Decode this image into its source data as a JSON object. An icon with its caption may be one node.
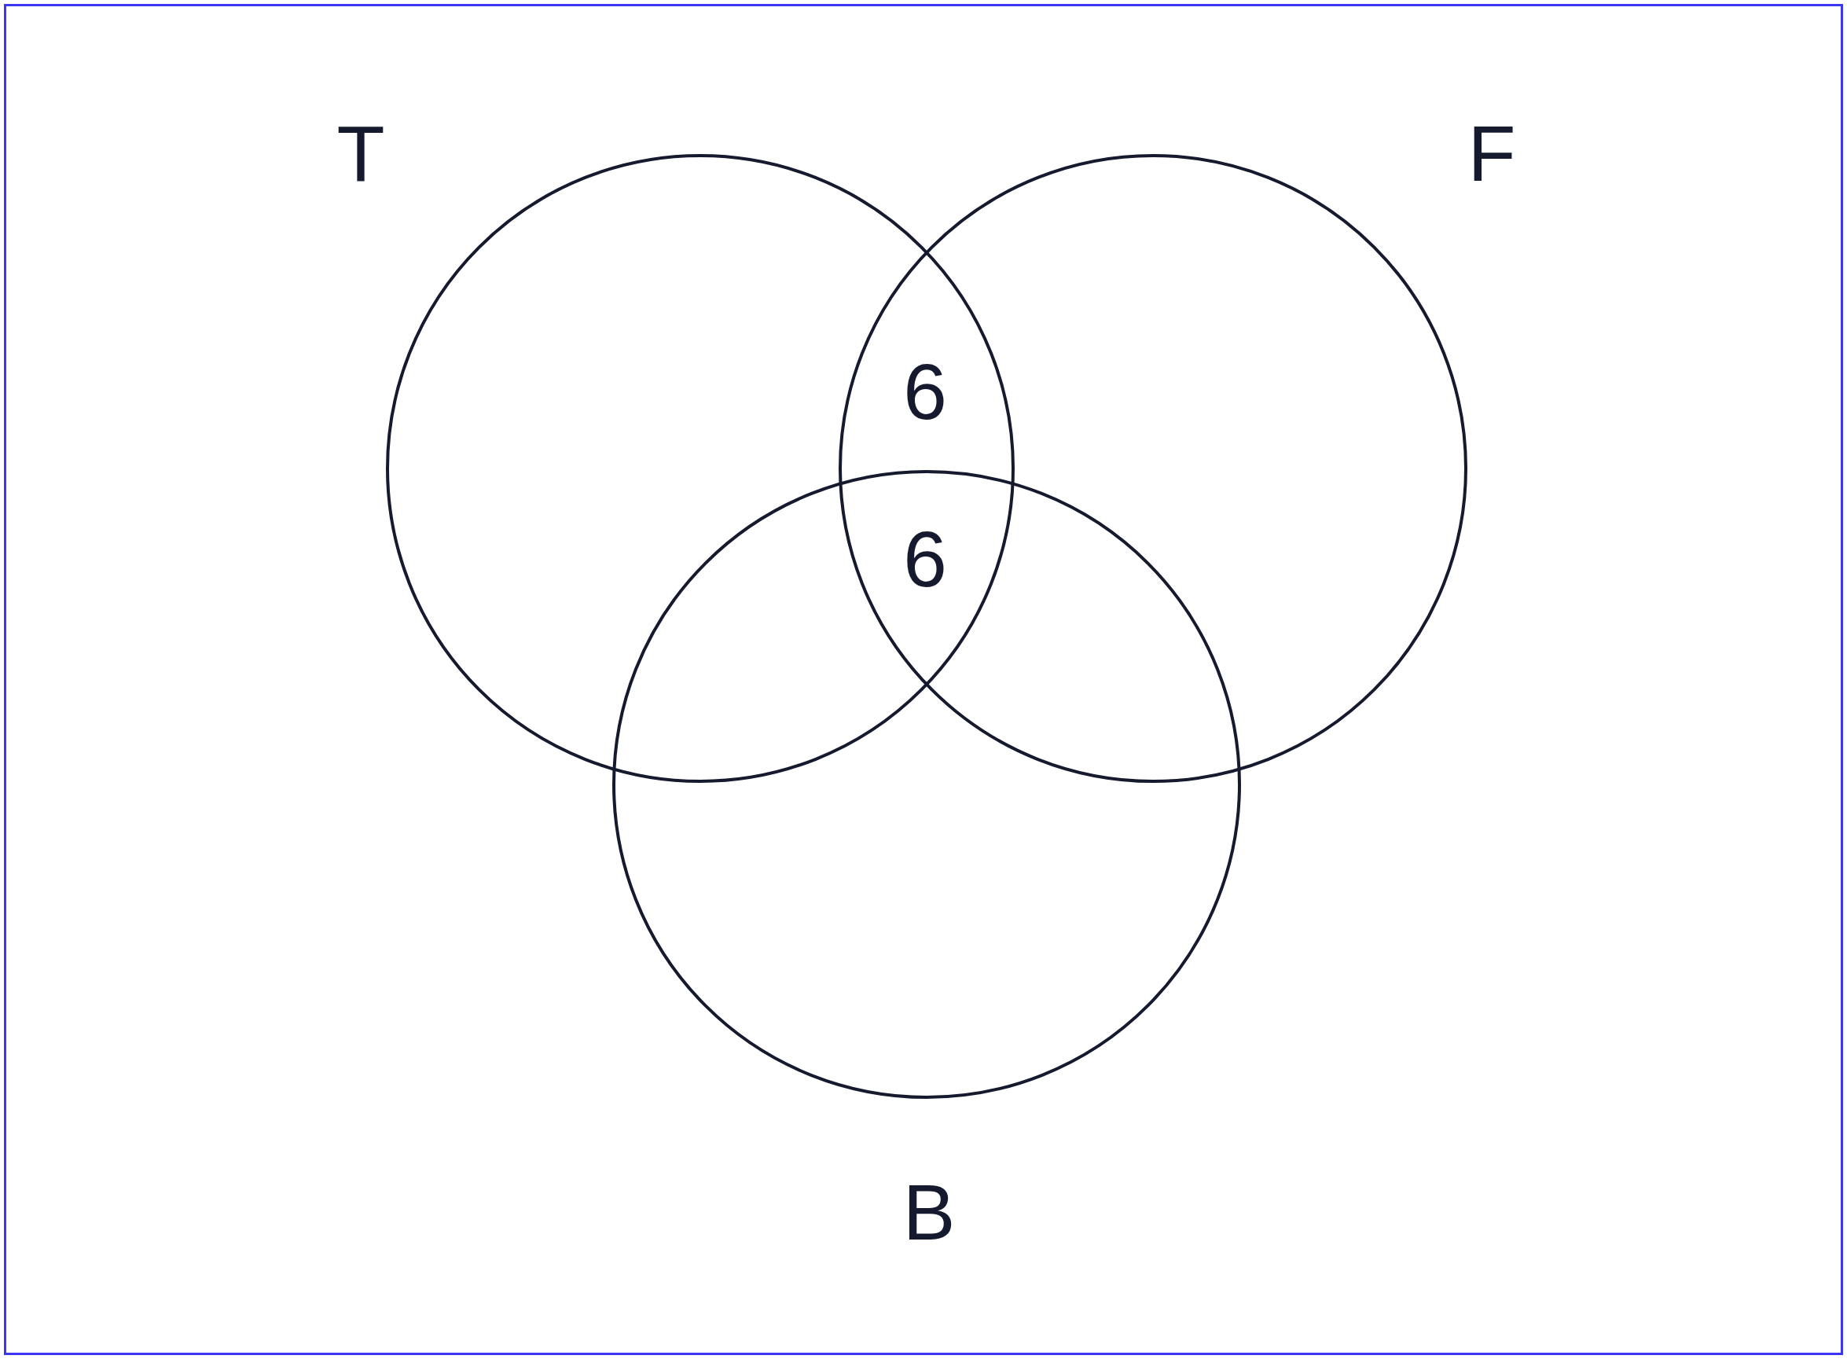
{
  "diagram": {
    "nodes": [
      {
        "text": [],
        "shape": "box"
      },
      {
        "text": [
          "T"
        ],
        "in": 0
      },
      {
        "text": [
          "F"
        ],
        "in": 0
      },
      {
        "text": [
          "B"
        ],
        "in": 0
      }
    ],
    "edges": [],
    "labels": [
      "6",
      "6"
    ]
  }
}
